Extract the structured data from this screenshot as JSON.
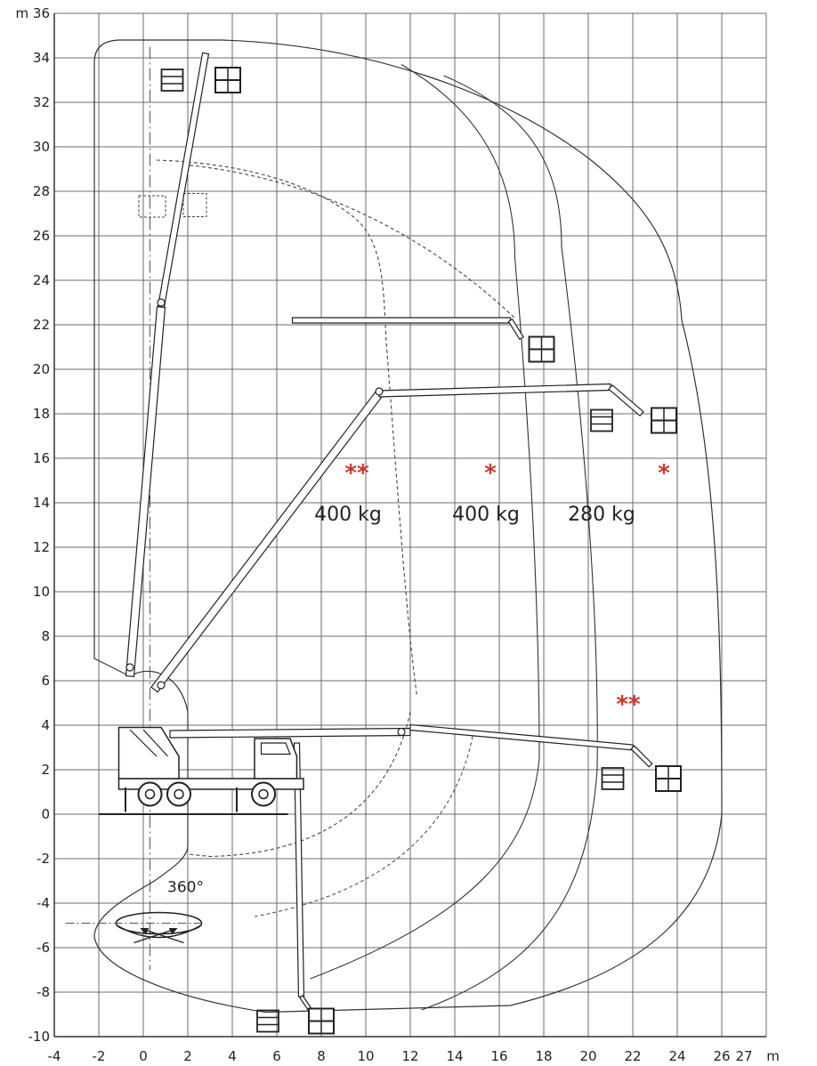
{
  "chart_data": {
    "type": "diagram",
    "x_unit": "m",
    "y_unit": "m",
    "x_ticks": [
      -4,
      -2,
      0,
      2,
      4,
      6,
      8,
      10,
      12,
      14,
      16,
      18,
      20,
      22,
      24,
      26,
      27
    ],
    "y_ticks": [
      -10,
      -8,
      -6,
      -4,
      -2,
      0,
      2,
      4,
      6,
      8,
      10,
      12,
      14,
      16,
      18,
      20,
      22,
      24,
      26,
      28,
      30,
      32,
      34,
      36
    ],
    "xlim": [
      -4,
      28
    ],
    "ylim": [
      -10,
      36
    ],
    "load_zones": [
      {
        "label": "400 kg",
        "marker": "**",
        "label_x": 9.2,
        "label_y": 13.2,
        "marker_x": 9.6,
        "marker_y": 15.0
      },
      {
        "label": "400 kg",
        "marker": "*",
        "label_x": 15.4,
        "label_y": 13.2,
        "marker_x": 15.6,
        "marker_y": 15.0
      },
      {
        "label": "280 kg",
        "marker": "*",
        "label_x": 20.6,
        "label_y": 13.2,
        "marker_x": 23.4,
        "marker_y": 15.0
      }
    ],
    "extra_markers": [
      {
        "marker": "**",
        "x": 21.8,
        "y": 4.6
      }
    ],
    "rotation_label": "360°",
    "marker_color": "#d0342c"
  }
}
